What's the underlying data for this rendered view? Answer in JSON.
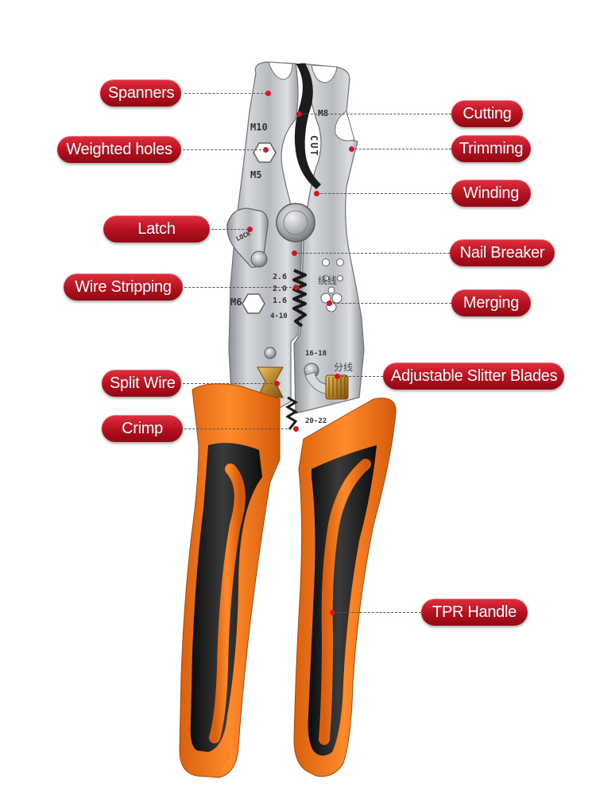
{
  "callouts": {
    "spanners": "Spanners",
    "weighted_holes": "Weighted holes",
    "latch": "Latch",
    "wire_stripping": "Wire Stripping",
    "split_wire": "Split Wire",
    "crimp": "Crimp",
    "cutting": "Cutting",
    "trimming": "Trimming",
    "winding": "Winding",
    "nail_breaker": "Nail Breaker",
    "merging": "Merging",
    "adjustable_slitter_blades": "Adjustable Slitter Blades",
    "tpr_handle": "TPR Handle"
  },
  "tool_markings": {
    "m10": "M10",
    "m5": "M5",
    "m6": "M6",
    "m8": "M8",
    "cut": "CUT",
    "gauge_26": "2.6",
    "gauge_20": "2.0",
    "gauge_16": "1.6",
    "gauge_4_10": "4-10",
    "gauge_16_18": "16-18",
    "gauge_20_22": "20-22",
    "winding_cn": "绕线",
    "split_cn": "分线",
    "latch_mark": "LOCK"
  },
  "colors": {
    "label_red": "#c41524",
    "handle_orange": "#f47a20",
    "handle_black": "#1e1e1e",
    "steel": "#bfc2c6"
  }
}
